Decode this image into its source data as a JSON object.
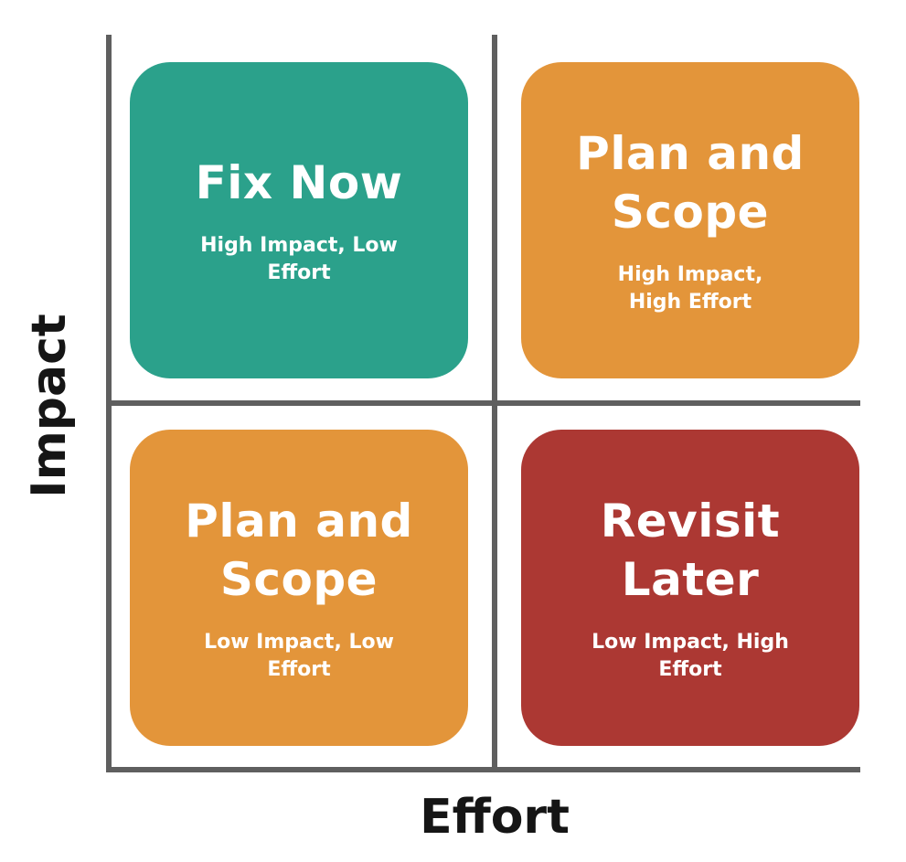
{
  "axes": {
    "x_label": "Effort",
    "y_label": "Impact"
  },
  "quadrants": [
    {
      "id": "top-left",
      "title": "Fix Now",
      "subtitle": "High Impact, Low Effort",
      "color": "#2BA18B"
    },
    {
      "id": "top-right",
      "title": "Plan and Scope",
      "subtitle": "High Impact, High Effort",
      "color": "#E3953A"
    },
    {
      "id": "bottom-left",
      "title": "Plan and Scope",
      "subtitle": "Low Impact, Low Effort",
      "color": "#E3953A"
    },
    {
      "id": "bottom-right",
      "title": "Revisit Later",
      "subtitle": "Low Impact, High Effort",
      "color": "#AC3833"
    }
  ],
  "colors": {
    "axis": "#5F5F5F",
    "label": "#151515"
  }
}
